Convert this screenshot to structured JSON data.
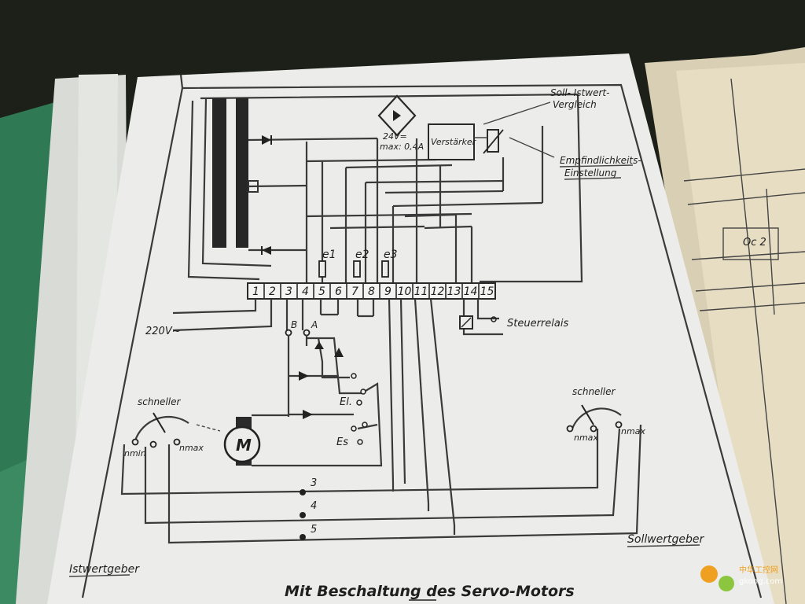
{
  "diagram": {
    "title": "Mit Beschaltung des Servo-Motors",
    "terminals": [
      "1",
      "2",
      "3",
      "4",
      "5",
      "6",
      "7",
      "8",
      "9",
      "10",
      "11",
      "12",
      "13",
      "14",
      "15"
    ],
    "labels": {
      "vergleich": "Soll- Istwert- Vergleich",
      "empfindlichkeit": "Empfindlichkeits- Einstellung",
      "verstaerker": "Verstärker",
      "supply": "24V= max: 0,4A",
      "e1": "e1",
      "e2": "e2",
      "e3": "e3",
      "mains": "220V~",
      "steuerrelais": "Steuerrelais",
      "terminal_b": "B",
      "terminal_a": "A",
      "el": "El.",
      "es": "Es",
      "motor": "M",
      "schneller_left": "schneller",
      "schneller_right": "schneller",
      "nmin": "nmin",
      "nmax_left": "nmax",
      "nmax_right_1": "nmax",
      "nmax_right_2": "nmax",
      "bus3": "3",
      "bus4": "4",
      "bus5": "5",
      "istwertgeber": "Istwertgeber",
      "sollwertgeber": "Sollwertgeber",
      "neighbor": "Oc 2"
    },
    "watermark": {
      "brand": "中华工控网",
      "url": "gkong.com"
    }
  },
  "colors": {
    "paper": "#ecedea",
    "ink": "#2a2a2a",
    "background": "#1c2019",
    "cover": "#2f7a55",
    "watermark": "#f0a020"
  }
}
